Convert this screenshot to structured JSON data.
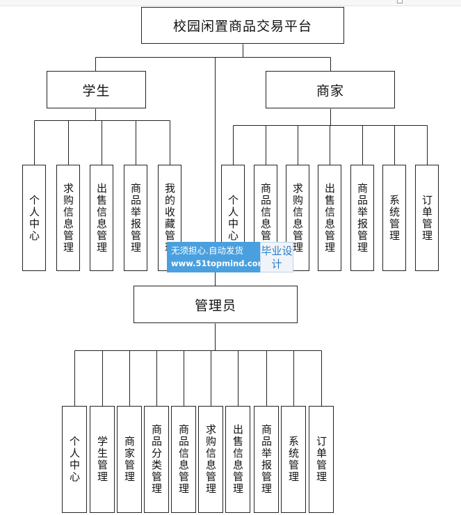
{
  "root": {
    "label": "校园闲置商品交易平台"
  },
  "groups": {
    "student": {
      "label": "学生",
      "children": [
        "个人中心",
        "求购信息管理",
        "出售信息管理",
        "商品举报管理",
        "我的收藏管理"
      ]
    },
    "merchant": {
      "label": "商家",
      "children": [
        "个人中心",
        "商品信息管理",
        "求购信息管理",
        "出售信息管理",
        "商品举报管理",
        "系统管理",
        "订单管理"
      ]
    },
    "admin": {
      "label": "管理员",
      "children": [
        "个人中心",
        "学生管理",
        "商家管理",
        "商品分类管理",
        "商品信息管理",
        "求购信息管理",
        "出售信息管理",
        "商品举报管理",
        "系统管理",
        "订单管理"
      ]
    }
  },
  "watermark": {
    "line1": "无须担心.自动发货",
    "line2": "www.51topmind.com",
    "badge": "毕业设计"
  }
}
